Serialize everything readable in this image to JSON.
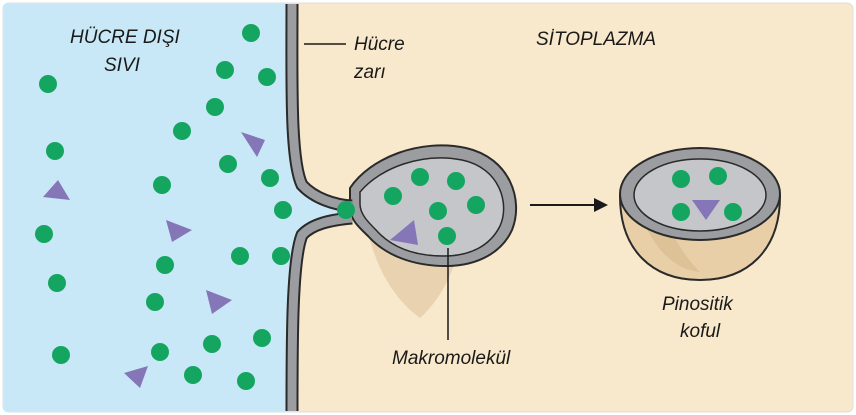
{
  "labels": {
    "extracellular_line1": "HÜCRE DIŞI",
    "extracellular_line2": "SIVI",
    "cytoplasm": "SİTOPLAZMA",
    "membrane_line1": "Hücre",
    "membrane_line2": "zarı",
    "macromolecule": "Makromolekül",
    "vacuole_line1": "Pinositik",
    "vacuole_line2": "koful"
  },
  "colors": {
    "extracellular": "#c9e8f7",
    "cytoplasm": "#f8e8cc",
    "membrane": "#8a8c90",
    "membrane_outline": "#2a2a2a",
    "vesicle_inside": "#c4c6c9",
    "molecule_dot": "#14a661",
    "molecule_triangle": "#8576b8"
  },
  "icons": {
    "molecule_dot": "green-circle",
    "molecule_triangle": "purple-triangle"
  }
}
